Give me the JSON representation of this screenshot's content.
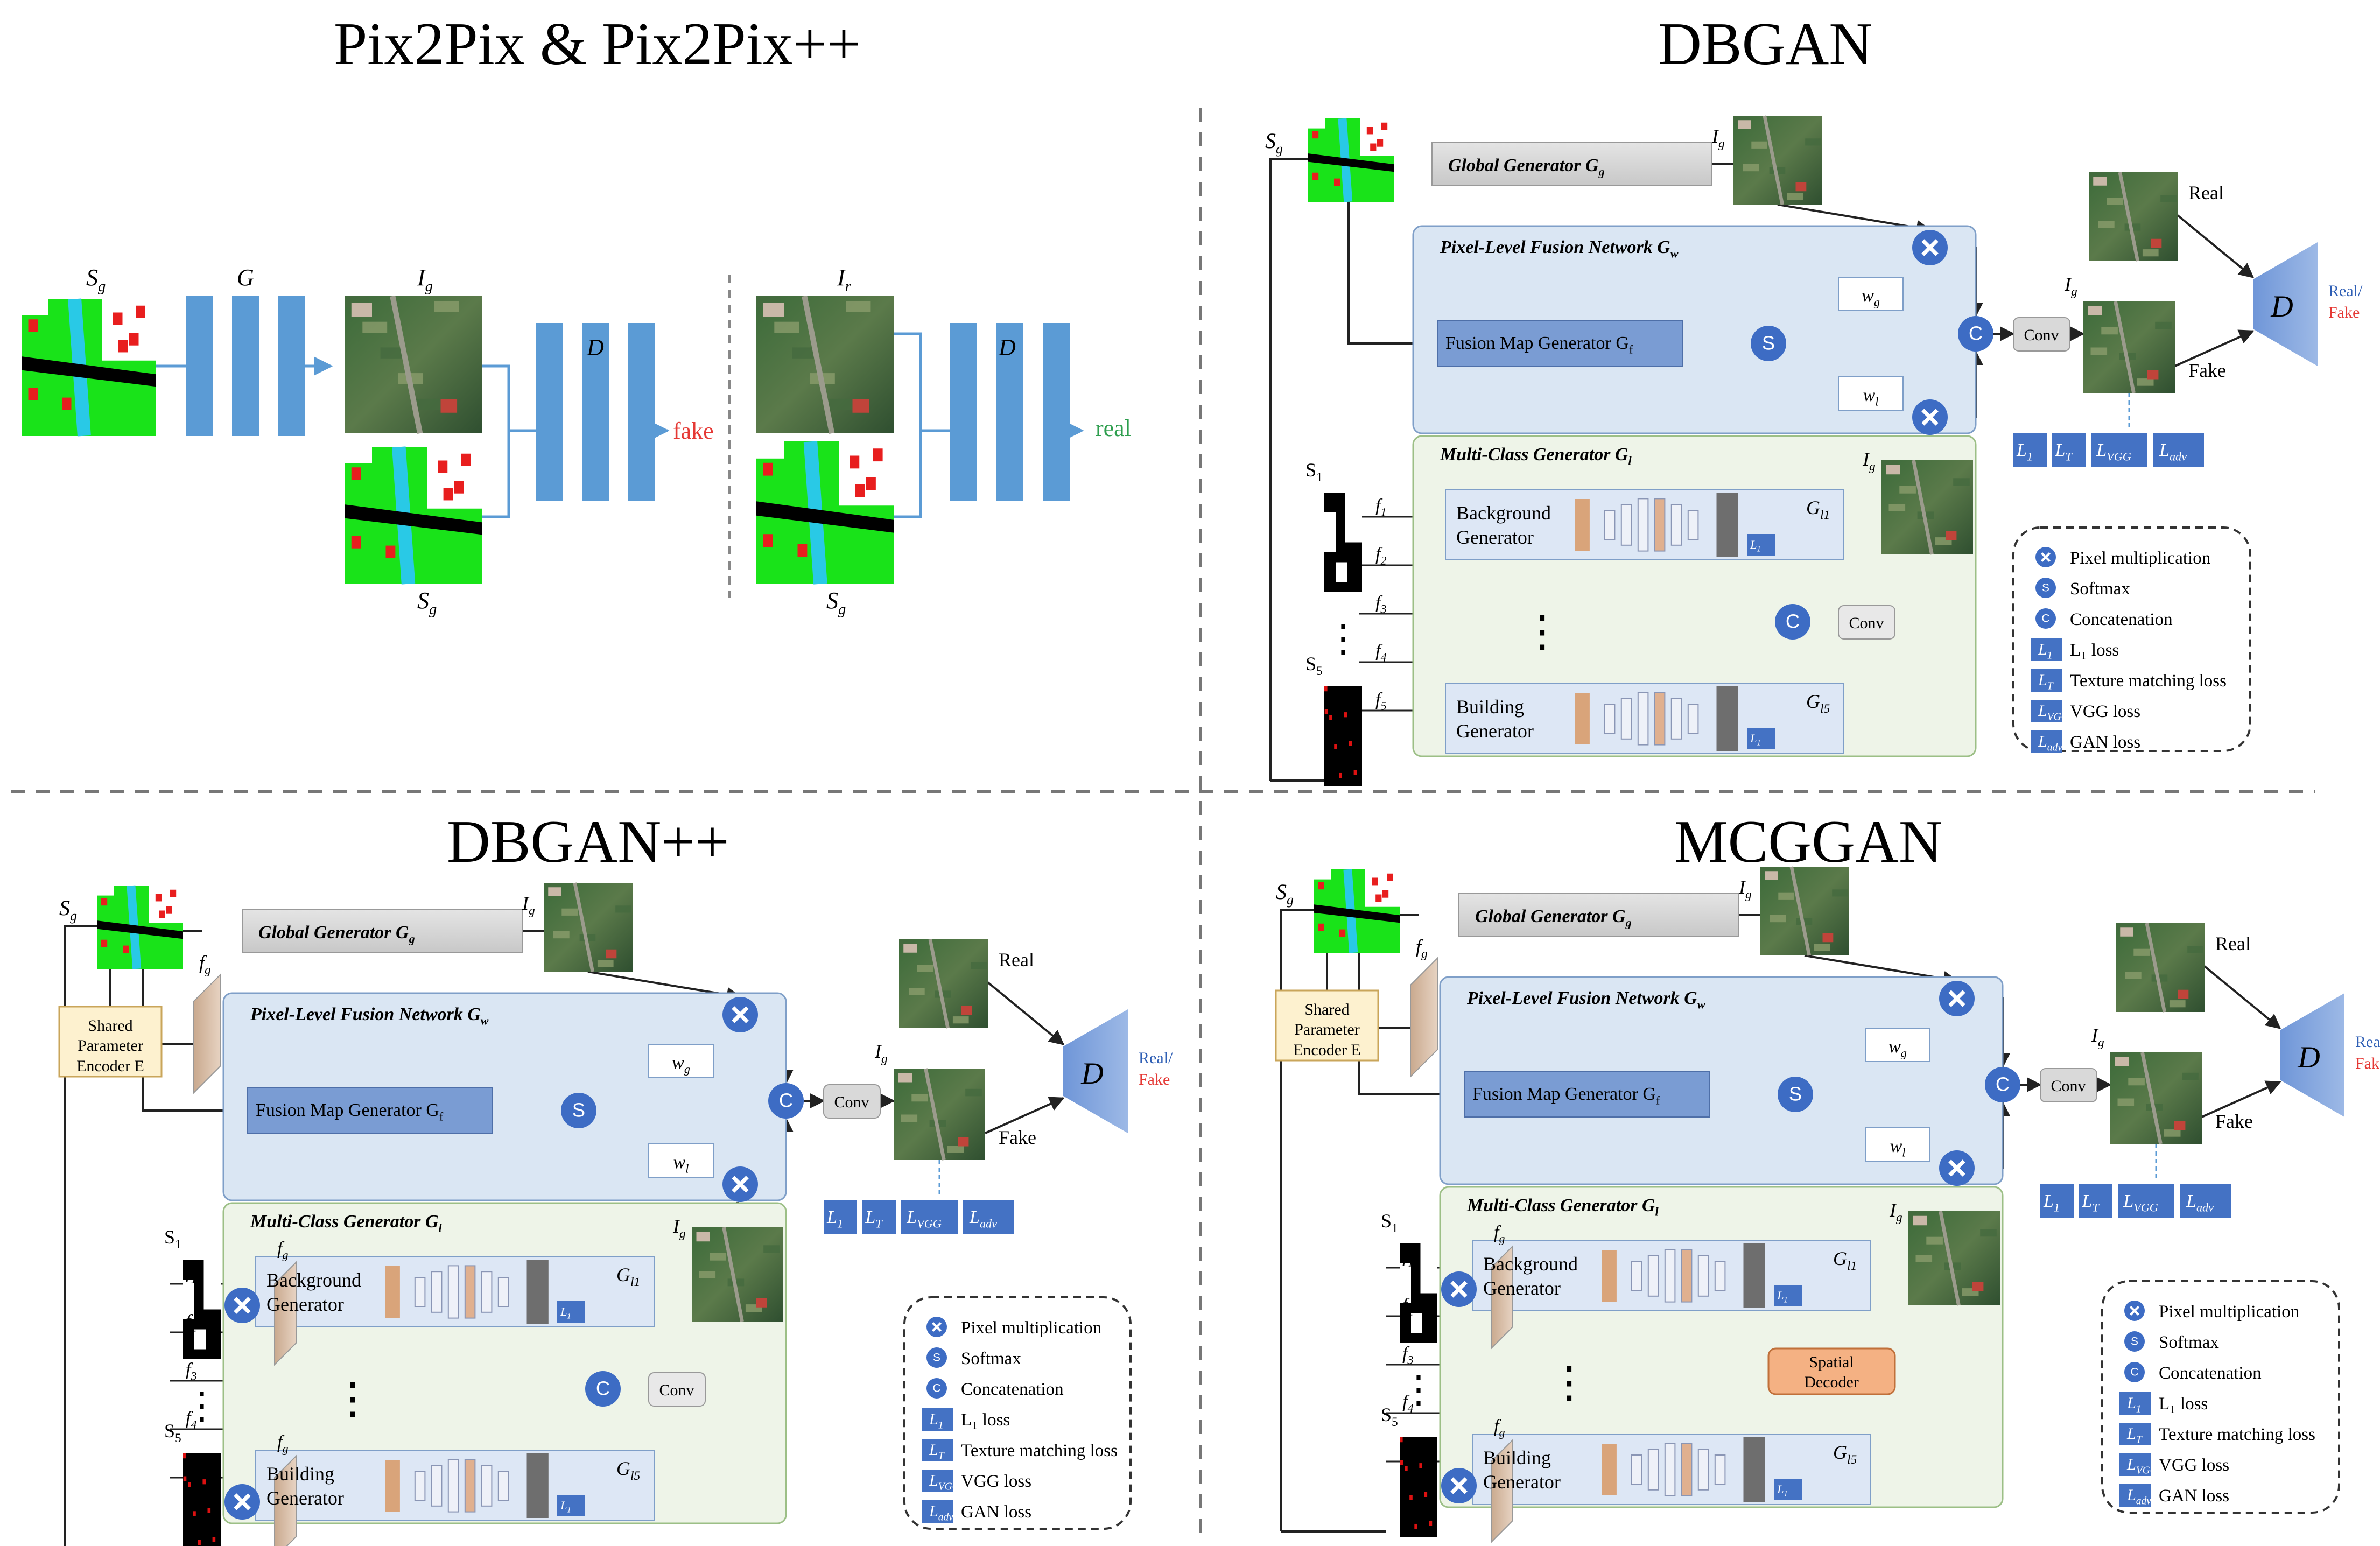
{
  "panels": {
    "pix": {
      "title": "Pix2Pix  &  Pix2Pix++",
      "label_sg": "S",
      "label_g": "G",
      "label_ig": "I",
      "label_ir": "I",
      "label_d": "D",
      "fake": "fake",
      "real": "real",
      "sub_g": "g",
      "sub_r": "r"
    },
    "dbgan": {
      "title": "DBGAN"
    },
    "dbganpp": {
      "title": "DBGAN++"
    },
    "mcggan": {
      "title": "MCGGAN"
    }
  },
  "common": {
    "global_gen": "Global Generator G",
    "fusion_net": "Pixel-Level Fusion Network  G",
    "fusion_map": "Fusion Map Generator  G",
    "multi_class": "Multi-Class Generator G",
    "bg_gen_1": "Background",
    "bg_gen_2": "Generator",
    "bd_gen_1": "Building",
    "bd_gen_2": "Generator",
    "conv": "Conv",
    "real": "Real",
    "fake": "Fake",
    "real_slash": "Real/",
    "fake_short": "Fake",
    "shared_1": "Shared",
    "shared_2": "Parameter",
    "shared_3": "Encoder E",
    "spatial_1": "Spatial",
    "spatial_2": "Decoder",
    "s_glyph": "S",
    "c_glyph": "C",
    "d_glyph": "D",
    "dots": "⋮"
  },
  "legend": [
    {
      "icon": "×",
      "text": "Pixel multiplication"
    },
    {
      "icon": "S",
      "text": "Softmax"
    },
    {
      "icon": "C",
      "text": "Concatenation"
    },
    {
      "icon": "L1",
      "text": "L₁ loss"
    },
    {
      "icon": "LT",
      "text": "Texture matching loss"
    },
    {
      "icon": "LVGG",
      "text": "VGG loss"
    },
    {
      "icon": "Ladv",
      "text": "GAN loss"
    }
  ],
  "loss_boxes": [
    "L1",
    "LT",
    "LVGG",
    "Ladv"
  ],
  "colors": {
    "blue_block": "#5b9bd5",
    "fusion_bg": "#dae6f3",
    "multi_bg": "#eef4e8",
    "circle_blue": "#3d6cc4",
    "loss_blue": "#4472c4",
    "fake_red": "#e53935",
    "real_green": "#2e9e4e",
    "encoder_bg": "#fdf1cf",
    "spatial_bg": "#f4b183"
  }
}
